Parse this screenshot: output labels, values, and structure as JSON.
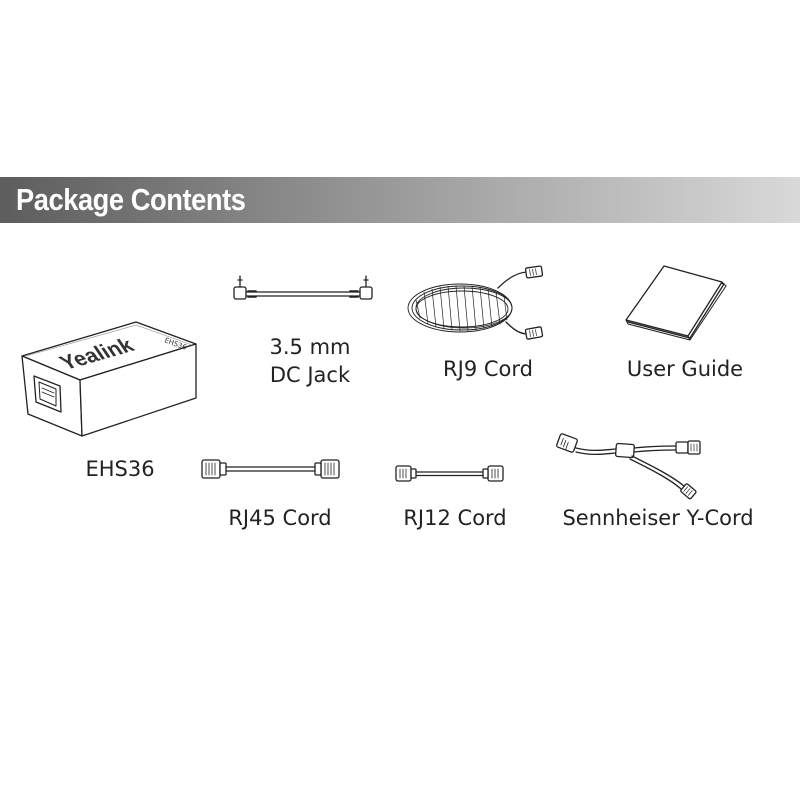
{
  "header": {
    "title": "Package Contents",
    "gradient_start": "#5d5d5d",
    "gradient_end": "#d9d9d9"
  },
  "items": {
    "ehs36": {
      "label": "EHS36",
      "brand": "Yealink",
      "model": "EHS36"
    },
    "dc_jack": {
      "label_line1": "3.5 mm",
      "label_line2": "DC Jack"
    },
    "rj9_cord": {
      "label": "RJ9 Cord"
    },
    "user_guide": {
      "label": "User Guide"
    },
    "rj45_cord": {
      "label": "RJ45 Cord"
    },
    "rj12_cord": {
      "label": "RJ12 Cord"
    },
    "y_cord": {
      "label": "Sennheiser Y-Cord"
    }
  }
}
